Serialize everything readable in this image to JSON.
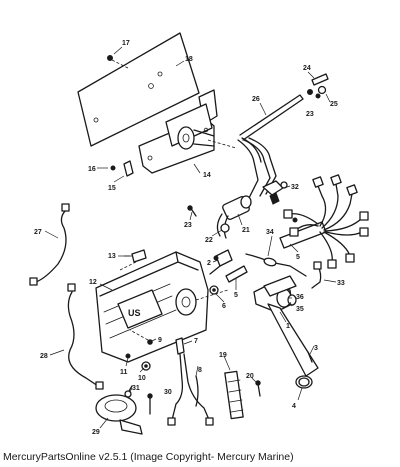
{
  "caption": "MercuryPartsOnline v2.5.1 (Image Copyright- Mercury Marine)",
  "callouts": {
    "n1": "1",
    "n2": "2",
    "n3": "3",
    "n4": "4",
    "n5a": "5",
    "n5b": "5",
    "n6": "6",
    "n7": "7",
    "n8": "8",
    "n9": "9",
    "n10": "10",
    "n11": "11",
    "n12": "12",
    "n13": "13",
    "n14": "14",
    "n15": "15",
    "n16": "16",
    "n17": "17",
    "n18": "18",
    "n19": "19",
    "n20": "20",
    "n21": "21",
    "n22": "22",
    "n23a": "23",
    "n23b": "23",
    "n24": "24",
    "n25": "25",
    "n26": "26",
    "n27": "27",
    "n28": "28",
    "n29": "29",
    "n30": "30",
    "n31": "31",
    "n32": "32",
    "n33": "33",
    "n34": "34",
    "n35": "35",
    "n36": "36"
  }
}
